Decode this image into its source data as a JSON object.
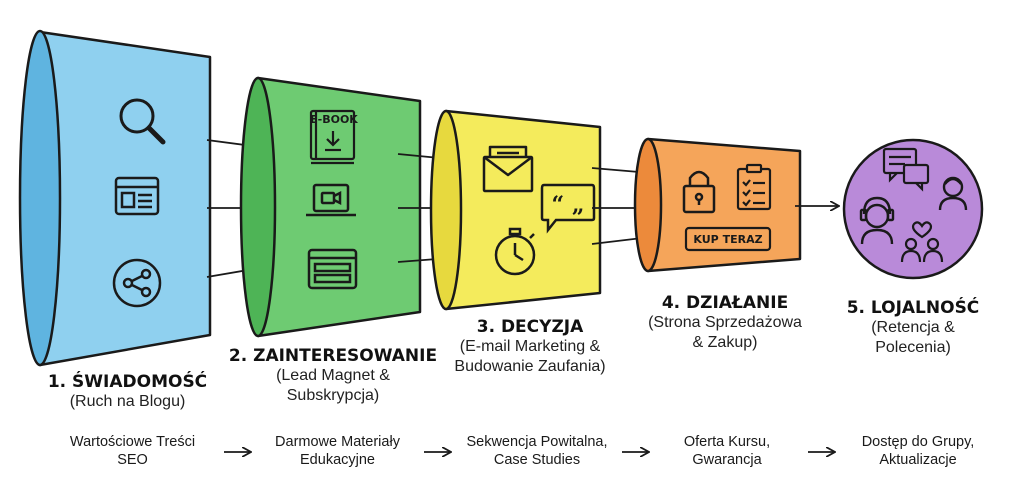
{
  "stages": [
    {
      "title": "1. ŚWIADOMOŚĆ",
      "subtitle": "(Ruch na Blogu)",
      "footer": [
        "Wartościowe Treści",
        "SEO"
      ],
      "color": "#8fd0ef"
    },
    {
      "title": "2. ZAINTERESOWANIE",
      "subtitle": [
        "(Lead Magnet &",
        "Subskrypcja)"
      ],
      "footer": [
        "Darmowe Materiały",
        "Edukacyjne"
      ],
      "color": "#6ecb72"
    },
    {
      "title": "3. DECYZJA",
      "subtitle": [
        "(E-mail Marketing &",
        "Budowanie Zaufania)"
      ],
      "footer": [
        "Sekwencja Powitalna,",
        "Case Studies"
      ],
      "color": "#f4eb5c"
    },
    {
      "title": "4. DZIAŁANIE",
      "subtitle": [
        "(Strona Sprzedażowa",
        "& Zakup)"
      ],
      "footer": [
        "Oferta Kursu,",
        "Gwarancja"
      ],
      "color": "#f5a55a"
    },
    {
      "title": "5. LOJALNOŚĆ",
      "subtitle": [
        "(Retencja &",
        "Polecenia)"
      ],
      "footer": [
        "Dostęp do Grupy,",
        "Aktualizacje"
      ],
      "color": "#b98ad9"
    }
  ],
  "icons": {
    "ebook_label": "E-BOOK",
    "buy_button": "KUP TERAZ",
    "quote_glyph": "“ „"
  }
}
